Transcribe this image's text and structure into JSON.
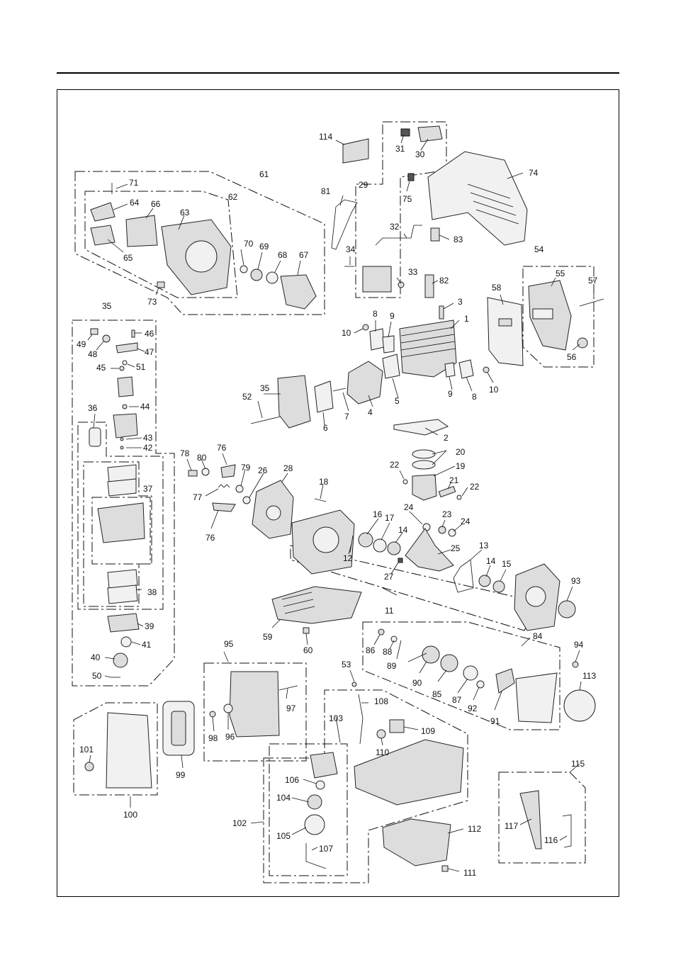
{
  "colors": {
    "line": "#111111",
    "part_fill": "#dddddd",
    "part_light": "#f1f1f1",
    "part_dark": "#555555"
  },
  "labels": [
    "1",
    "2",
    "3",
    "4",
    "5",
    "6",
    "7",
    "8",
    "8",
    "9",
    "9",
    "10",
    "10",
    "11",
    "12",
    "13",
    "14",
    "14",
    "15",
    "16",
    "17",
    "18",
    "19",
    "20",
    "21",
    "22",
    "22",
    "23",
    "24",
    "24",
    "25",
    "26",
    "27",
    "28",
    "29",
    "30",
    "31",
    "32",
    "33",
    "34",
    "35",
    "35",
    "36",
    "37",
    "38",
    "39",
    "40",
    "41",
    "42",
    "43",
    "44",
    "45",
    "46",
    "47",
    "48",
    "49",
    "50",
    "51",
    "52",
    "53",
    "54",
    "55",
    "56",
    "57",
    "58",
    "59",
    "60",
    "61",
    "62",
    "63",
    "64",
    "65",
    "66",
    "67",
    "68",
    "69",
    "70",
    "71",
    "73",
    "74",
    "75",
    "76",
    "76",
    "77",
    "78",
    "79",
    "80",
    "81",
    "82",
    "83",
    "84",
    "85",
    "86",
    "87",
    "88",
    "89",
    "90",
    "91",
    "92",
    "93",
    "94",
    "95",
    "96",
    "97",
    "98",
    "99",
    "100",
    "101",
    "102",
    "103",
    "104",
    "105",
    "106",
    "107",
    "108",
    "109",
    "110",
    "111",
    "112",
    "113",
    "114",
    "115",
    "116",
    "117"
  ]
}
